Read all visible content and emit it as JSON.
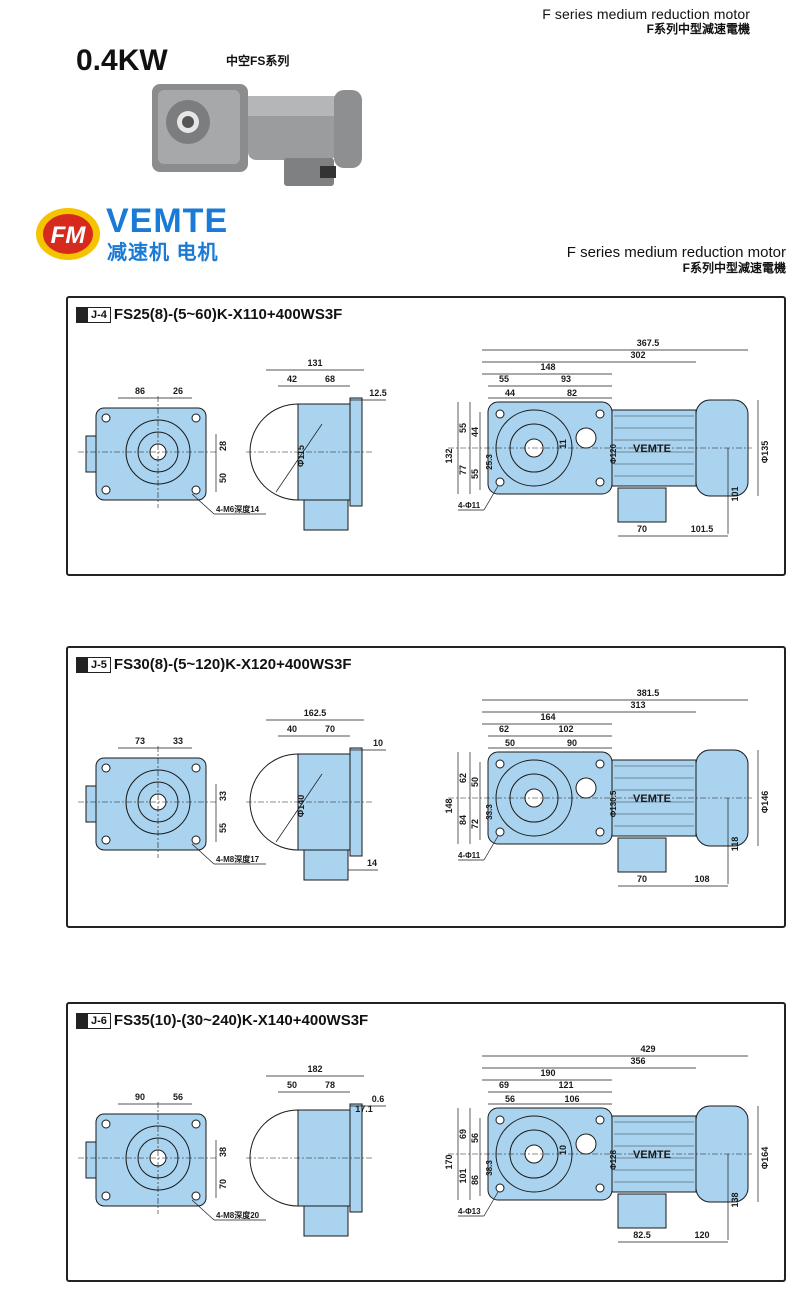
{
  "header": {
    "top_en": "F series medium reduction motor",
    "top_cn": "F系列中型減速電機",
    "power": "0.4KW",
    "subseries": "中空FS系列",
    "mid_en": "F series medium reduction motor",
    "mid_cn": "F系列中型減速電機"
  },
  "brand": {
    "name": "VEMTE",
    "cn": "减速机 电机",
    "mark": "FM"
  },
  "colors": {
    "part_blue": "#a9d3ee",
    "line": "#1a1a1a",
    "brand_blue": "#1a7bd6",
    "logo_red": "#d62a1e",
    "logo_yellow": "#f5c400"
  },
  "panels": [
    {
      "tag": "J-4",
      "model": "FS25(8)-(5~60)K-X110+400WS3F",
      "front": {
        "w1": "86",
        "w2": "26",
        "h1": "28",
        "h2": "50",
        "note": "4-M6深度14"
      },
      "side": {
        "total": "131",
        "a": "42",
        "b": "68",
        "c": "12.5",
        "dia": "Φ115"
      },
      "main": {
        "L": "367.5",
        "L2": "302",
        "a": "148",
        "b": "55",
        "c": "93",
        "d": "44",
        "e": "82",
        "v1": "55",
        "v2": "44",
        "v3": "132",
        "v4": "77",
        "v5": "55",
        "v6": "25.3",
        "shaft": "11",
        "dia_mid": "Φ120",
        "dia_end": "Φ135",
        "h": "101",
        "x1": "70",
        "x2": "101.5",
        "holes": "4-Φ11"
      }
    },
    {
      "tag": "J-5",
      "model": "FS30(8)-(5~120)K-X120+400WS3F",
      "front": {
        "w1": "73",
        "w2": "33",
        "h1": "33",
        "h2": "55",
        "note": "4-M8深度17"
      },
      "side": {
        "total": "162.5",
        "a": "40",
        "b": "70",
        "c": "10",
        "dia": "Φ140",
        "bottom": "14"
      },
      "main": {
        "L": "381.5",
        "L2": "313",
        "a": "164",
        "b": "62",
        "c": "102",
        "d": "50",
        "e": "90",
        "v1": "62",
        "v2": "50",
        "v3": "148",
        "v4": "84",
        "v5": "72",
        "v6": "33.3",
        "shaft": "",
        "dia_mid": "Φ130.5",
        "dia_end": "Φ146",
        "h": "118",
        "x1": "70",
        "x2": "108",
        "holes": "4-Φ11"
      }
    },
    {
      "tag": "J-6",
      "model": "FS35(10)-(30~240)K-X140+400WS3F",
      "front": {
        "w1": "90",
        "w2": "56",
        "h1": "38",
        "h2": "70",
        "note": "4-M8深度20"
      },
      "side": {
        "total": "182",
        "a": "50",
        "b": "78",
        "c": "0.6",
        "d": "17.1",
        "dia": ""
      },
      "main": {
        "L": "429",
        "L2": "356",
        "a": "190",
        "b": "69",
        "c": "121",
        "d": "56",
        "e": "106",
        "v1": "69",
        "v2": "56",
        "v3": "170",
        "v4": "101",
        "v5": "86",
        "v6": "38.3",
        "shaft": "10",
        "dia_mid": "Φ128",
        "dia_end": "Φ164",
        "h": "138",
        "x1": "82.5",
        "x2": "120",
        "holes": "4-Φ13"
      }
    }
  ]
}
